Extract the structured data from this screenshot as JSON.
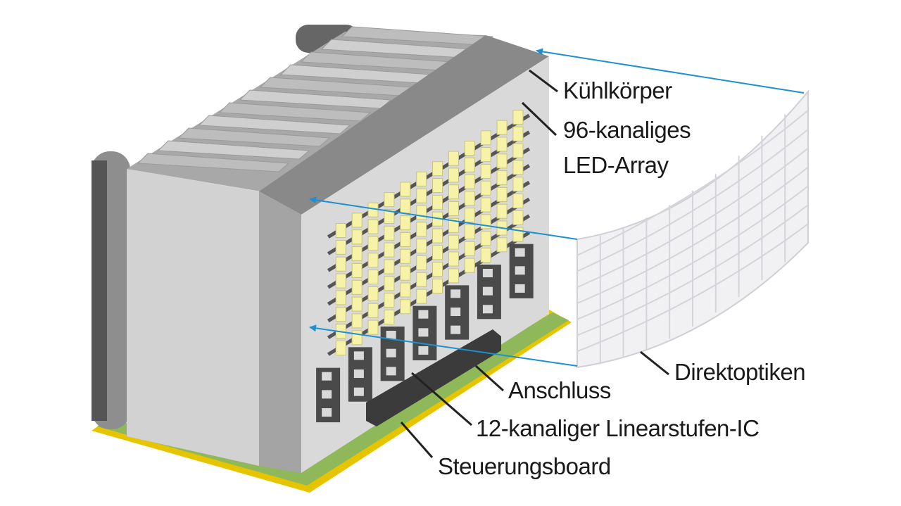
{
  "labels": {
    "heatsink": "Kühlkörper",
    "led_array_line1": "96-kanaliges",
    "led_array_line2": "LED-Array",
    "optics": "Direktoptiken",
    "connector": "Anschluss",
    "linear_ic": "12-kanaliger Linearstufen-IC",
    "control_board": "Steuerungsboard"
  },
  "colors": {
    "arrow": "#1e8fd0",
    "leader_line": "#222222",
    "led": "#f6f3a8",
    "board": "#8fb85a",
    "board_edge": "#e7c400",
    "heatsink_face": "#cfcfcf",
    "heatsink_top": "#8a8a8a",
    "optics": "#f1f1f3"
  }
}
